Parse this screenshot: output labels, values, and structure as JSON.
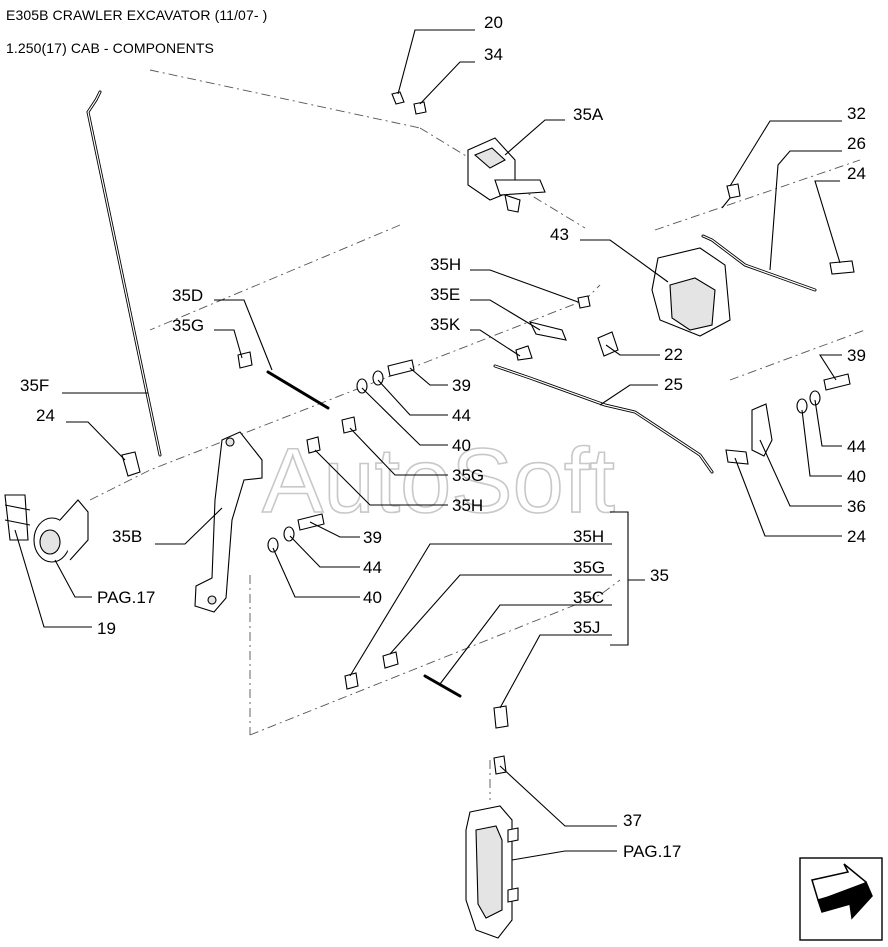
{
  "header": {
    "title": "E305B CRAWLER EXCAVATOR (11/07- )",
    "subtitle": "1.250(17) CAB - COMPONENTS"
  },
  "watermark": "AutoSoft",
  "callouts": [
    {
      "id": "c20",
      "label": "20"
    },
    {
      "id": "c34",
      "label": "34"
    },
    {
      "id": "c35A",
      "label": "35A"
    },
    {
      "id": "c32",
      "label": "32"
    },
    {
      "id": "c26",
      "label": "26"
    },
    {
      "id": "c24a",
      "label": "24"
    },
    {
      "id": "c43",
      "label": "43"
    },
    {
      "id": "c35Ha",
      "label": "35H"
    },
    {
      "id": "c35E",
      "label": "35E"
    },
    {
      "id": "c35K",
      "label": "35K"
    },
    {
      "id": "c22",
      "label": "22"
    },
    {
      "id": "c25",
      "label": "25"
    },
    {
      "id": "c35D",
      "label": "35D"
    },
    {
      "id": "c35Ga",
      "label": "35G"
    },
    {
      "id": "c39a",
      "label": "39"
    },
    {
      "id": "c44a",
      "label": "44"
    },
    {
      "id": "c40a",
      "label": "40"
    },
    {
      "id": "c35Gb",
      "label": "35G"
    },
    {
      "id": "c35Hb",
      "label": "35H"
    },
    {
      "id": "c35F",
      "label": "35F"
    },
    {
      "id": "c24b",
      "label": "24"
    },
    {
      "id": "c39b",
      "label": "39"
    },
    {
      "id": "c44b",
      "label": "44"
    },
    {
      "id": "c40b",
      "label": "40"
    },
    {
      "id": "c36",
      "label": "36"
    },
    {
      "id": "c24c",
      "label": "24"
    },
    {
      "id": "c35B",
      "label": "35B"
    },
    {
      "id": "c39c",
      "label": "39"
    },
    {
      "id": "c44c",
      "label": "44"
    },
    {
      "id": "c40c",
      "label": "40"
    },
    {
      "id": "cPAG17a",
      "label": "PAG.17"
    },
    {
      "id": "c19",
      "label": "19"
    },
    {
      "id": "c35Hc",
      "label": "35H"
    },
    {
      "id": "c35Gc",
      "label": "35G"
    },
    {
      "id": "c35C",
      "label": "35C"
    },
    {
      "id": "c35J",
      "label": "35J"
    },
    {
      "id": "c35",
      "label": "35"
    },
    {
      "id": "c37",
      "label": "37"
    },
    {
      "id": "cPAG17b",
      "label": "PAG.17"
    }
  ],
  "icons": {
    "nav": "next-page-arrow-icon"
  }
}
